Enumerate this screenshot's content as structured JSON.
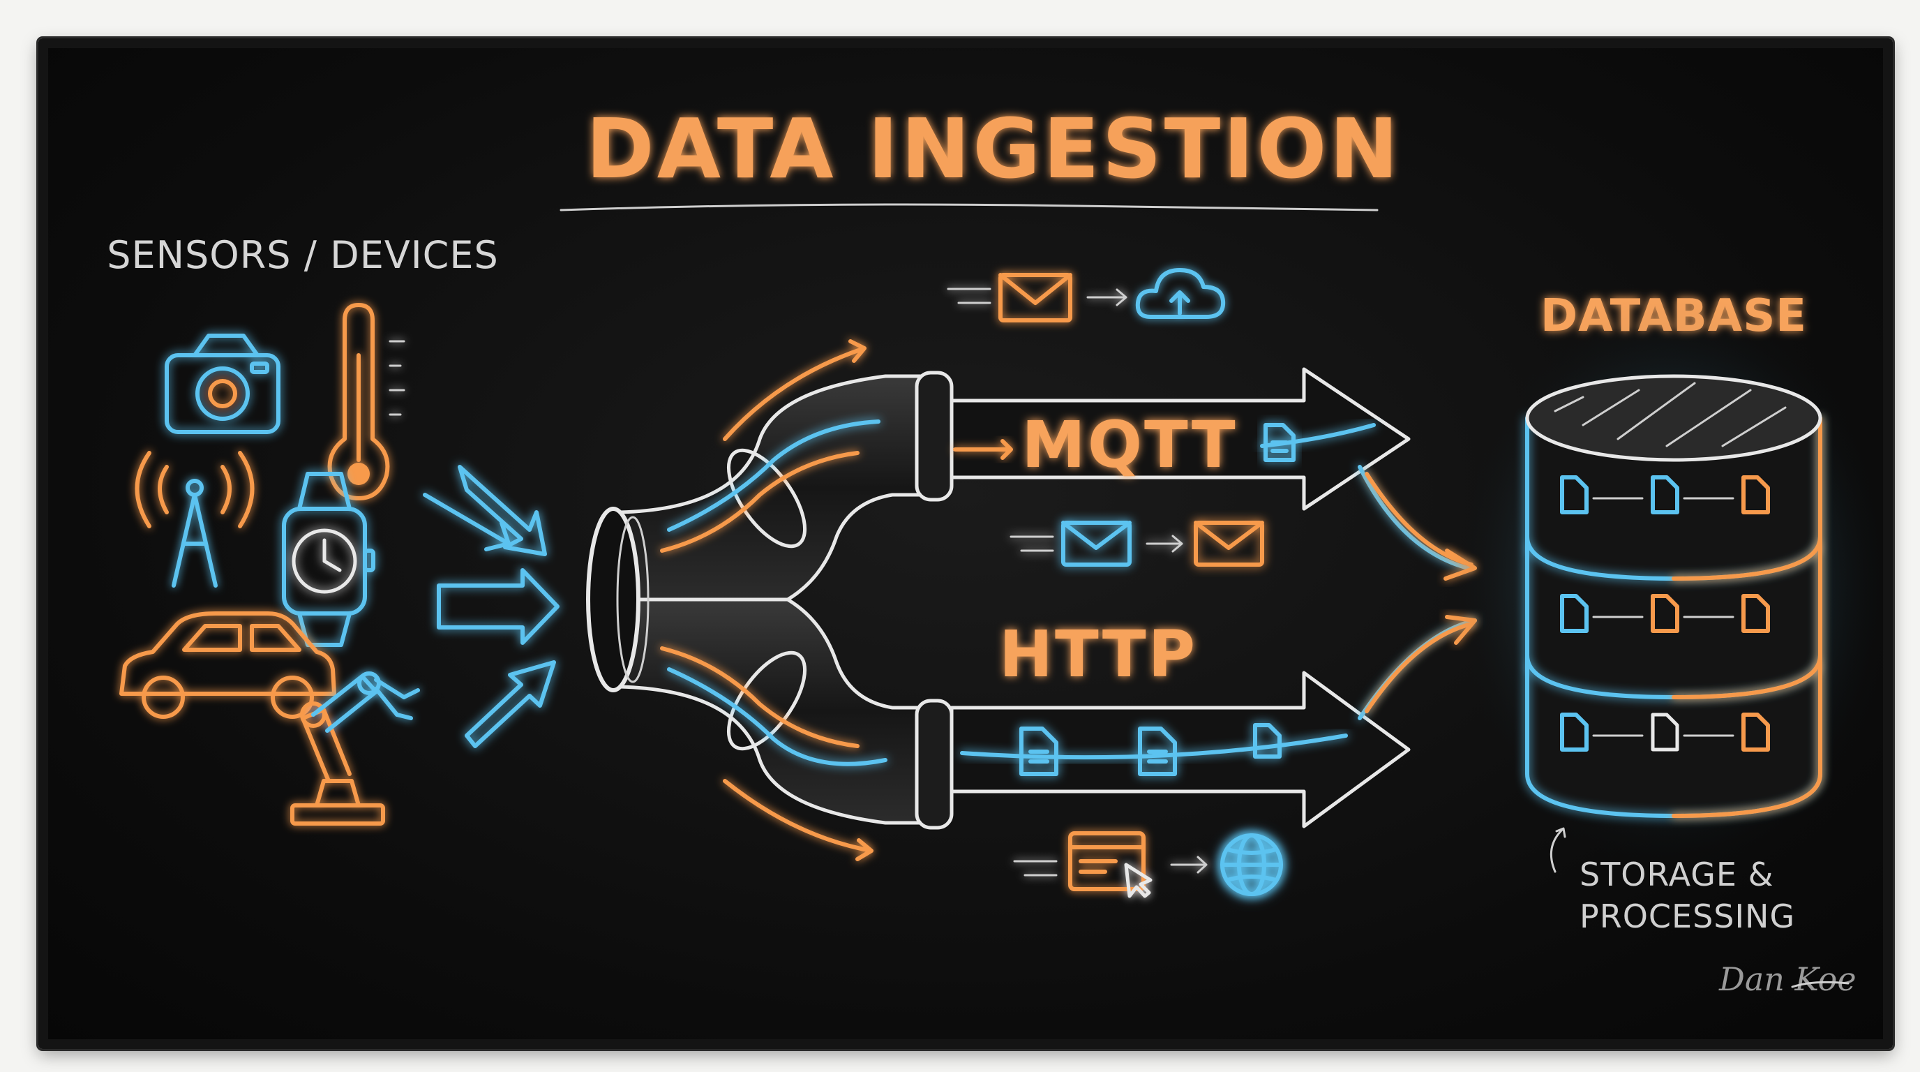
{
  "title": "DATA INGESTION",
  "sources": {
    "label": "SENSORS / DEVICES",
    "devices": [
      "camera-icon",
      "thermometer-icon",
      "antenna-icon",
      "smartwatch-icon",
      "car-icon",
      "robot-arm-icon"
    ]
  },
  "protocols": [
    {
      "label": "MQTT",
      "accent": "#f79a4c"
    },
    {
      "label": "HTTP",
      "accent": "#f79a4c"
    }
  ],
  "destination": {
    "label": "DATABASE",
    "note_line1": "STORAGE &",
    "note_line2": "PROCESSING"
  },
  "signature": "Dan Koe",
  "colors": {
    "board": "#0c0c0c",
    "orange": "#f79a4c",
    "blue": "#5cc3f0",
    "chalk": "#e8e8e8"
  }
}
